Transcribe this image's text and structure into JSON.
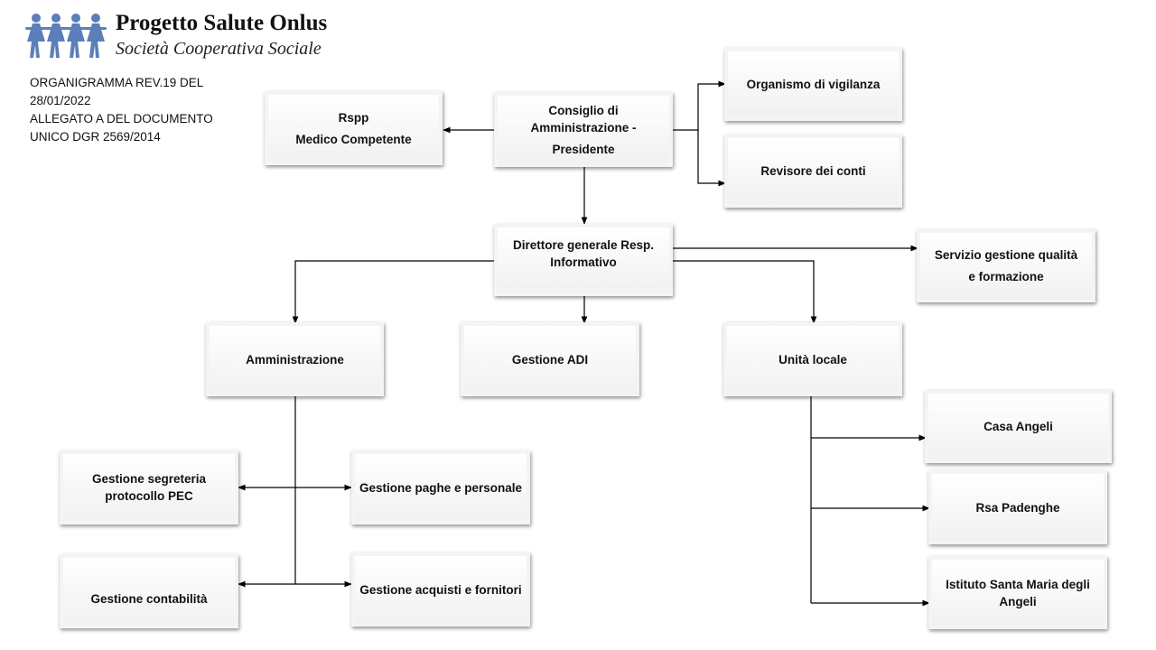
{
  "header": {
    "title": "Progetto Salute Onlus",
    "subtitle": "Società Cooperativa Sociale",
    "logo_icon": "people-chain-icon",
    "logo_color": "#5b7fb8"
  },
  "note_lines": [
    "ORGANIGRAMMA  REV.19 DEL",
    "28/01/2022",
    "ALLEGATO A DEL DOCUMENTO",
    "UNICO DGR 2569/2014"
  ],
  "nodes": {
    "rspp": [
      "Rspp",
      "Medico Competente"
    ],
    "consiglio": [
      "Consiglio di",
      "Amministrazione -",
      "Presidente"
    ],
    "organismo": [
      "Organismo di vigilanza"
    ],
    "revisore": [
      "Revisore dei conti"
    ],
    "direttore": [
      "Direttore generale Resp.",
      "Informativo"
    ],
    "qualita": [
      "Servizio gestione qualità",
      "e formazione"
    ],
    "amministrazione": [
      "Amministrazione"
    ],
    "adi": [
      "Gestione ADI"
    ],
    "unita": [
      "Unità locale"
    ],
    "casa": [
      "Casa Angeli"
    ],
    "rsa": [
      "Rsa Padenghe"
    ],
    "istituto": [
      "Istituto Santa Maria degli",
      "Angeli"
    ],
    "segreteria": [
      "Gestione segreteria",
      "protocollo PEC"
    ],
    "paghe": [
      "Gestione paghe e personale"
    ],
    "contabilita": [
      "Gestione contabilità"
    ],
    "acquisti": [
      "Gestione acquisti e fornitori"
    ]
  },
  "edges": [
    [
      "consiglio",
      "rspp"
    ],
    [
      "consiglio",
      "organismo"
    ],
    [
      "consiglio",
      "revisore"
    ],
    [
      "consiglio",
      "direttore"
    ],
    [
      "direttore",
      "qualita"
    ],
    [
      "direttore",
      "amministrazione"
    ],
    [
      "direttore",
      "adi"
    ],
    [
      "direttore",
      "unita"
    ],
    [
      "unita",
      "casa"
    ],
    [
      "unita",
      "rsa"
    ],
    [
      "unita",
      "istituto"
    ],
    [
      "amministrazione",
      "segreteria"
    ],
    [
      "amministrazione",
      "paghe"
    ],
    [
      "amministrazione",
      "contabilita"
    ],
    [
      "amministrazione",
      "acquisti"
    ]
  ]
}
